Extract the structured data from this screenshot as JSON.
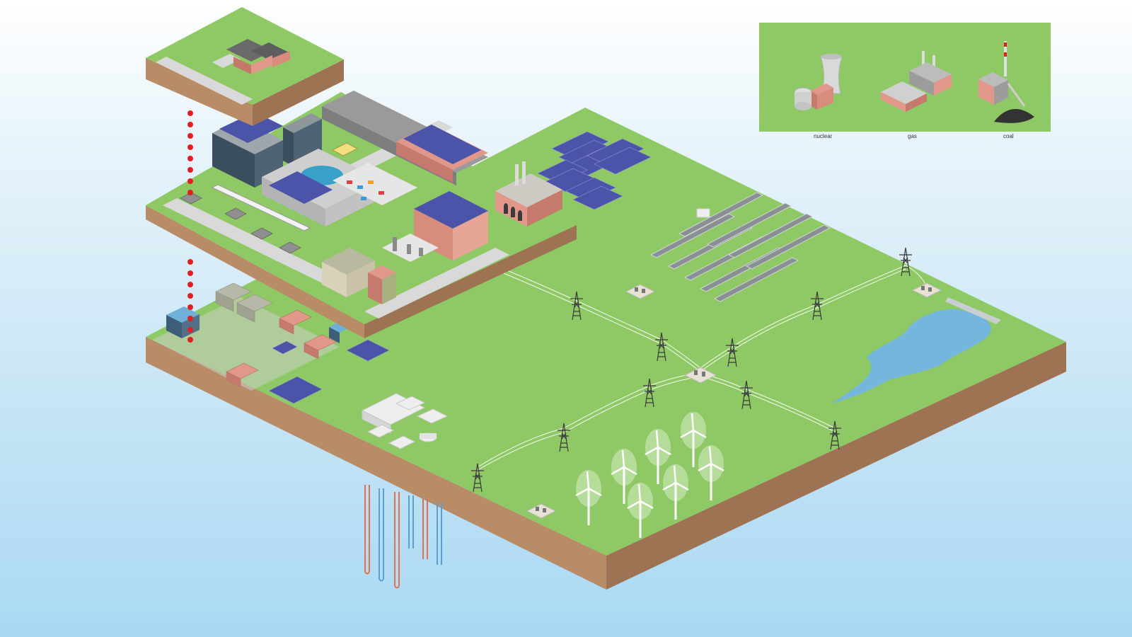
{
  "legend": {
    "labels": {
      "nuclear": "nuclear",
      "gas": "gas",
      "coal": "coal"
    }
  },
  "colors": {
    "grass": "#8fc965",
    "grass_dark": "#7bb552",
    "soil_front": "#b98c68",
    "soil_side": "#9e7354",
    "road": "#d9d9d9",
    "solar": "#4b54a8",
    "brick": "#e1988a",
    "water": "#74b6dc",
    "connector": "#e02020",
    "pipe_hot": "#e07050",
    "pipe_cold": "#5aa0d6"
  },
  "icons": [
    "house-icon",
    "office-tower-icon",
    "factory-icon",
    "solar-farm-icon",
    "csp-mirror-icon",
    "transmission-tower-icon",
    "substation-icon",
    "wind-turbine-icon",
    "lake-icon",
    "dam-icon",
    "geothermal-pipe-icon",
    "nuclear-plant-icon",
    "gas-plant-icon",
    "coal-plant-icon",
    "data-center-icon"
  ]
}
